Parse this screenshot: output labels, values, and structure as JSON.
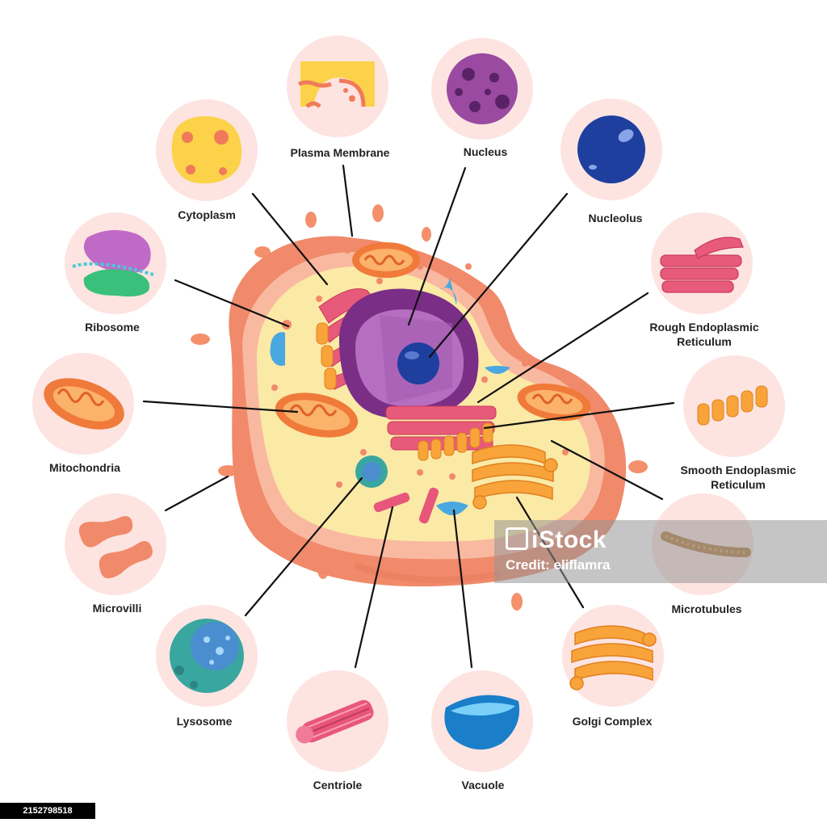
{
  "labels": {
    "plasma_membrane": "Plasma Membrane",
    "nucleus": "Nucleus",
    "nucleolus": "Nucleolus",
    "cytoplasm": "Cytoplasm",
    "ribosome": "Ribosome",
    "rough_er_1": "Rough Endoplasmic",
    "rough_er_2": "Reticulum",
    "mitochondria": "Mitochondria",
    "smooth_er_1": "Smooth Endoplasmic",
    "smooth_er_2": "Reticulum",
    "microvilli": "Microvilli",
    "microtubules": "Microtubules",
    "lysosome": "Lysosome",
    "golgi": "Golgi Complex",
    "centriole": "Centriole",
    "vacuole": "Vacuole"
  },
  "watermark": {
    "brand": "iStock",
    "credit": "Credit: eliflamra"
  },
  "image_id": "2152798518",
  "colors": {
    "circle_bg": "#fde4e1",
    "cell_outer": "#f08a6a",
    "cytoplasm": "#fbe9a6",
    "nucleus": "#9a4aa0",
    "nucleolus": "#1e3f9e",
    "er": "#e85a7a",
    "mito": "#f07a3a",
    "lysosome": "#3aa6a0",
    "vacuole": "#4aa8e0"
  }
}
